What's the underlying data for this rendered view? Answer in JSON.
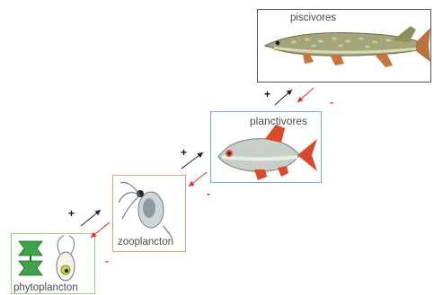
{
  "nodes": {
    "piscivores": "piscivores",
    "planctivores": "planctivores",
    "zooplancton": "zooplancton",
    "phytoplancton": "phytoplancton"
  },
  "signs": {
    "plus": "+",
    "minus": "-"
  },
  "colors": {
    "positive_arrow": "#222222",
    "negative_arrow": "#e52b2b"
  }
}
